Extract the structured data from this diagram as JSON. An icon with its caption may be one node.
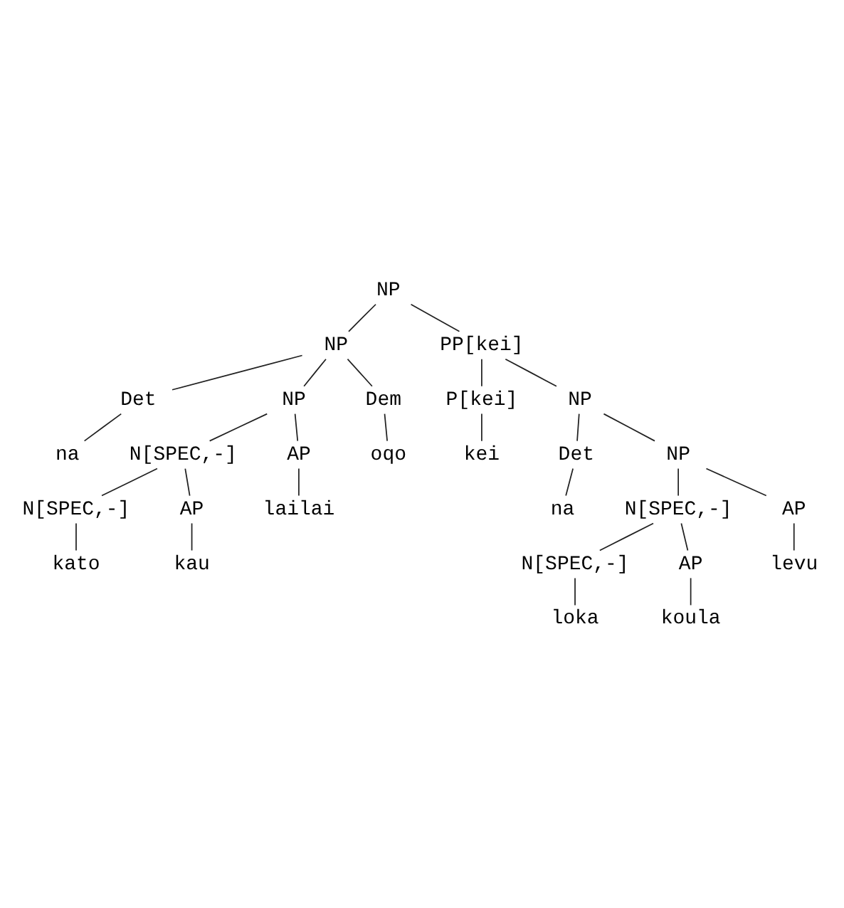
{
  "diagram": {
    "nodes": [
      {
        "text": [
          "NP"
        ]
      },
      {
        "text": [
          "NP"
        ]
      },
      {
        "text": [
          "PP[kei]"
        ]
      },
      {
        "text": [
          "Det"
        ]
      },
      {
        "text": [
          "NP"
        ]
      },
      {
        "text": [
          "Dem"
        ]
      },
      {
        "text": [
          "P[kei]"
        ]
      },
      {
        "text": [
          "NP"
        ]
      },
      {
        "text": [
          "na"
        ]
      },
      {
        "text": [
          "oqo"
        ]
      },
      {
        "text": [
          "kei"
        ]
      },
      {
        "text": [
          "N[SPEC,-]"
        ]
      },
      {
        "text": [
          "AP"
        ]
      },
      {
        "text": [
          "Det"
        ]
      },
      {
        "text": [
          "NP"
        ]
      },
      {
        "text": [
          "lailai"
        ]
      },
      {
        "text": [
          "na"
        ]
      },
      {
        "text": [
          "N[SPEC,-]"
        ]
      },
      {
        "text": [
          "AP"
        ]
      },
      {
        "text": [
          "N[SPEC,-]"
        ]
      },
      {
        "text": [
          "AP"
        ]
      },
      {
        "text": [
          "kato"
        ]
      },
      {
        "text": [
          "kau"
        ]
      },
      {
        "text": [
          "levu"
        ]
      },
      {
        "text": [
          "N[SPEC,-]"
        ]
      },
      {
        "text": [
          "AP"
        ]
      },
      {
        "text": [
          "loka"
        ]
      },
      {
        "text": [
          "koula"
        ]
      }
    ],
    "edges": [
      {
        "from": 0,
        "to": 1,
        "arrow": "none"
      },
      {
        "from": 0,
        "to": 2,
        "arrow": "none"
      },
      {
        "from": 1,
        "to": 3,
        "arrow": "none"
      },
      {
        "from": 1,
        "to": 4,
        "arrow": "none"
      },
      {
        "from": 1,
        "to": 5,
        "arrow": "none"
      },
      {
        "from": 2,
        "to": 6,
        "arrow": "none"
      },
      {
        "from": 2,
        "to": 7,
        "arrow": "none"
      },
      {
        "from": 3,
        "to": 8,
        "arrow": "none"
      },
      {
        "from": 5,
        "to": 9,
        "arrow": "none"
      },
      {
        "from": 6,
        "to": 10,
        "arrow": "none"
      },
      {
        "from": 4,
        "to": 11,
        "arrow": "none"
      },
      {
        "from": 4,
        "to": 12,
        "arrow": "none"
      },
      {
        "from": 7,
        "to": 13,
        "arrow": "none"
      },
      {
        "from": 7,
        "to": 14,
        "arrow": "none"
      },
      {
        "from": 12,
        "to": 15,
        "arrow": "none"
      },
      {
        "from": 13,
        "to": 16,
        "arrow": "none"
      },
      {
        "from": 11,
        "to": 19,
        "arrow": "none"
      },
      {
        "from": 11,
        "to": 20,
        "arrow": "none"
      },
      {
        "from": 14,
        "to": 17,
        "arrow": "none"
      },
      {
        "from": 14,
        "to": 18,
        "arrow": "none"
      },
      {
        "from": 19,
        "to": 21,
        "arrow": "none"
      },
      {
        "from": 20,
        "to": 22,
        "arrow": "none"
      },
      {
        "from": 17,
        "to": 24,
        "arrow": "none"
      },
      {
        "from": 17,
        "to": 25,
        "arrow": "none"
      },
      {
        "from": 18,
        "to": 23,
        "arrow": "none"
      },
      {
        "from": 24,
        "to": 26,
        "arrow": "none"
      },
      {
        "from": 25,
        "to": 27,
        "arrow": "none"
      }
    ]
  }
}
